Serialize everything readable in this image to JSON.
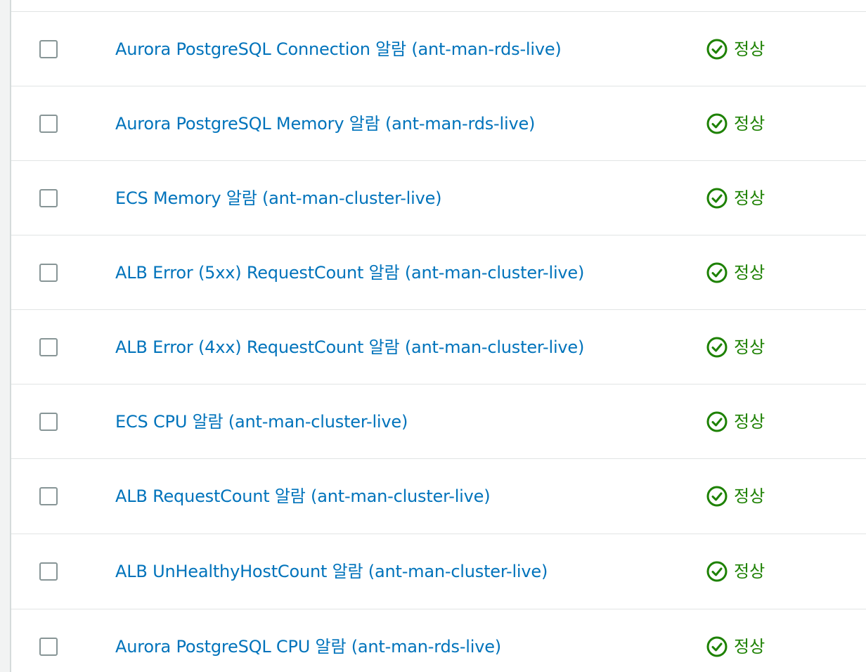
{
  "colors": {
    "link": "#0073bb",
    "status_ok": "#1d8102",
    "divider": "#e1e4e4",
    "checkbox_border": "#879596"
  },
  "alarms": [
    {
      "name": "Aurora PostgreSQL Connection 알람 (ant-man-rds-live)",
      "status": "정상",
      "status_icon": "check-circle-icon"
    },
    {
      "name": "Aurora PostgreSQL Memory 알람 (ant-man-rds-live)",
      "status": "정상",
      "status_icon": "check-circle-icon"
    },
    {
      "name": "ECS Memory 알람 (ant-man-cluster-live)",
      "status": "정상",
      "status_icon": "check-circle-icon"
    },
    {
      "name": "ALB Error (5xx) RequestCount 알람 (ant-man-cluster-live)",
      "status": "정상",
      "status_icon": "check-circle-icon"
    },
    {
      "name": "ALB Error (4xx) RequestCount 알람 (ant-man-cluster-live)",
      "status": "정상",
      "status_icon": "check-circle-icon"
    },
    {
      "name": "ECS CPU 알람 (ant-man-cluster-live)",
      "status": "정상",
      "status_icon": "check-circle-icon"
    },
    {
      "name": "ALB RequestCount 알람 (ant-man-cluster-live)",
      "status": "정상",
      "status_icon": "check-circle-icon"
    },
    {
      "name": "ALB UnHealthyHostCount 알람 (ant-man-cluster-live)",
      "status": "정상",
      "status_icon": "check-circle-icon"
    },
    {
      "name": "Aurora PostgreSQL CPU 알람 (ant-man-rds-live)",
      "status": "정상",
      "status_icon": "check-circle-icon"
    }
  ]
}
